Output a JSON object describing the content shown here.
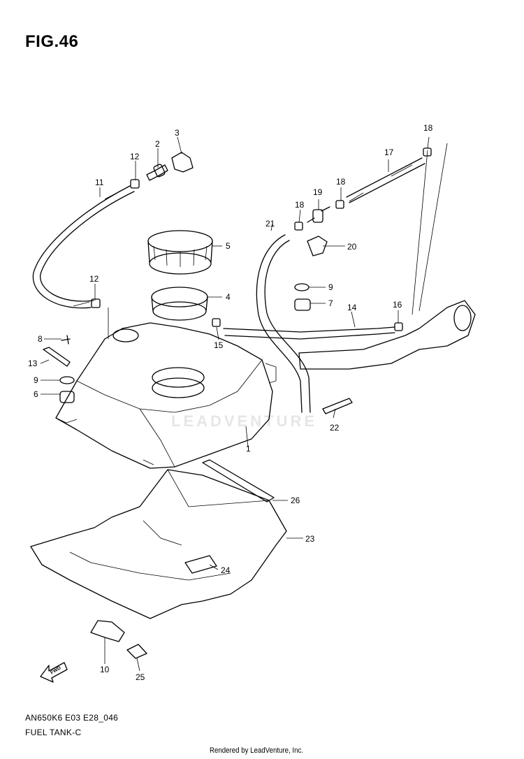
{
  "figure_title": "FIG.46",
  "model_code": "AN650K6 E03 E28_046",
  "assembly_name": "FUEL TANK-C",
  "credit": "Rendered by LeadVenture, Inc.",
  "watermark": "LEADVENTURE",
  "fwd_label": "FWD",
  "callouts": [
    "1",
    "2",
    "3",
    "4",
    "5",
    "6",
    "7",
    "8",
    "9",
    "9",
    "10",
    "11",
    "12",
    "12",
    "13",
    "14",
    "15",
    "16",
    "17",
    "18",
    "18",
    "18",
    "19",
    "20",
    "21",
    "22",
    "23",
    "24",
    "25",
    "26"
  ]
}
